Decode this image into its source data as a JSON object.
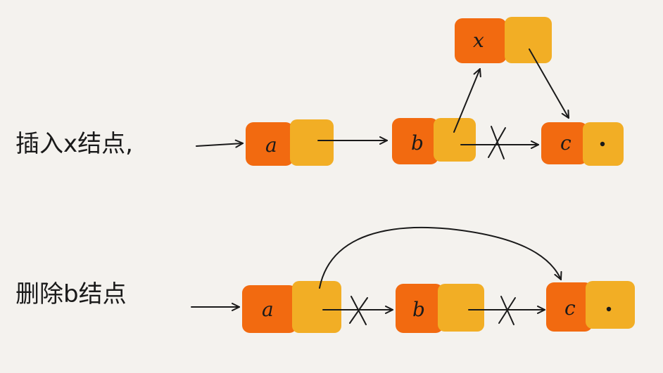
{
  "colors": {
    "data_cell": "#f26a10",
    "next_cell": "#f2ae25",
    "ink": "#1a1a1a",
    "background": "#f4f2ee"
  },
  "insert_row": {
    "label": "插入x结点,",
    "nodes": {
      "a": "a",
      "b": "b",
      "c": "c",
      "x": "x"
    }
  },
  "delete_row": {
    "label": "删除b结点",
    "nodes": {
      "a": "a",
      "b": "b",
      "c": "c"
    }
  }
}
